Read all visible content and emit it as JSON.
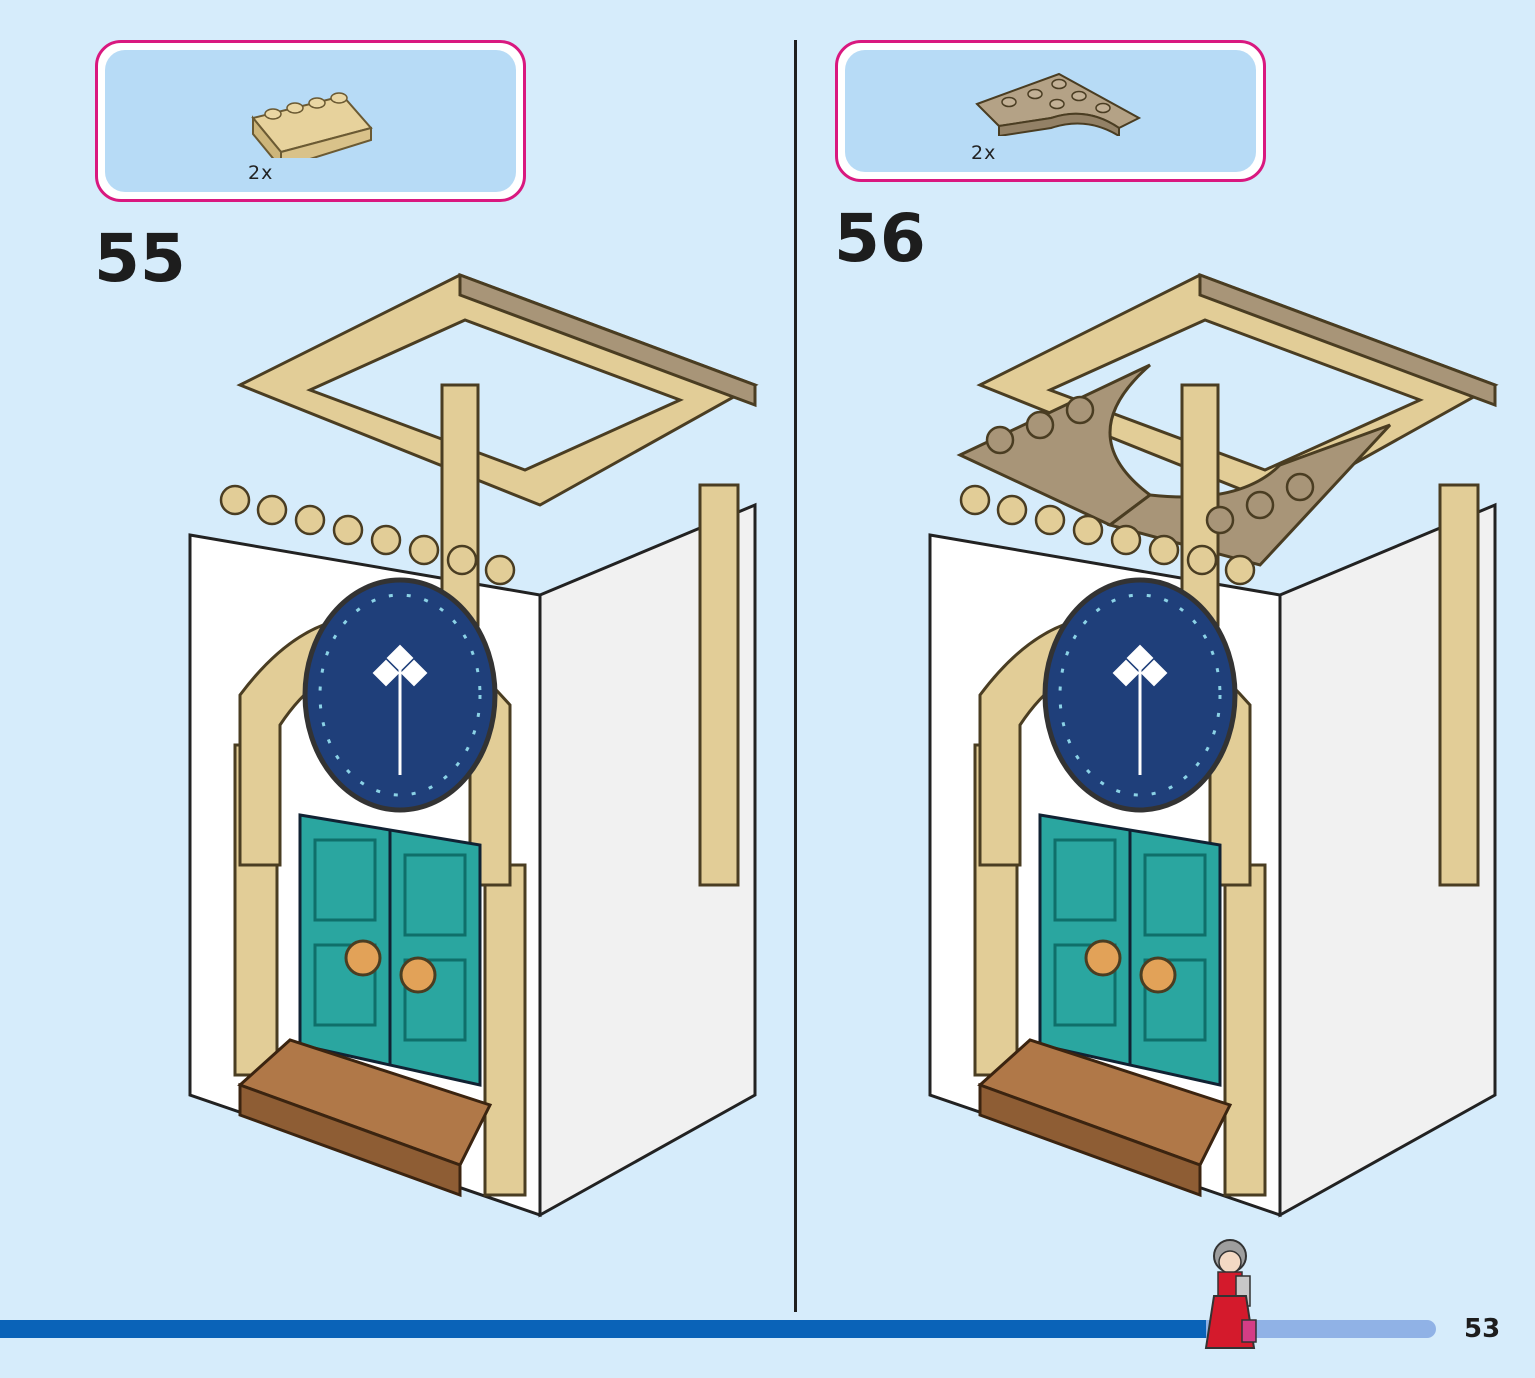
{
  "steps": [
    {
      "number": "55",
      "part_quantity": "2x",
      "part": "tan-slope-brick"
    },
    {
      "number": "56",
      "part_quantity": "2x",
      "part": "dark-tan-curved-wedge-plate"
    }
  ],
  "footer": {
    "page_number": "53",
    "progress": 0.84
  },
  "colors": {
    "background": "#d6ecfb",
    "callout_border": "#d9187f",
    "callout_fill": "#b7dbf6",
    "progress_fill": "#0a63b8",
    "progress_track": "#90b2e6",
    "tan": "#e2cd97",
    "dark_tan": "#a89578",
    "teal_door": "#2aa6a0",
    "window_blue": "#1f3f7a"
  }
}
